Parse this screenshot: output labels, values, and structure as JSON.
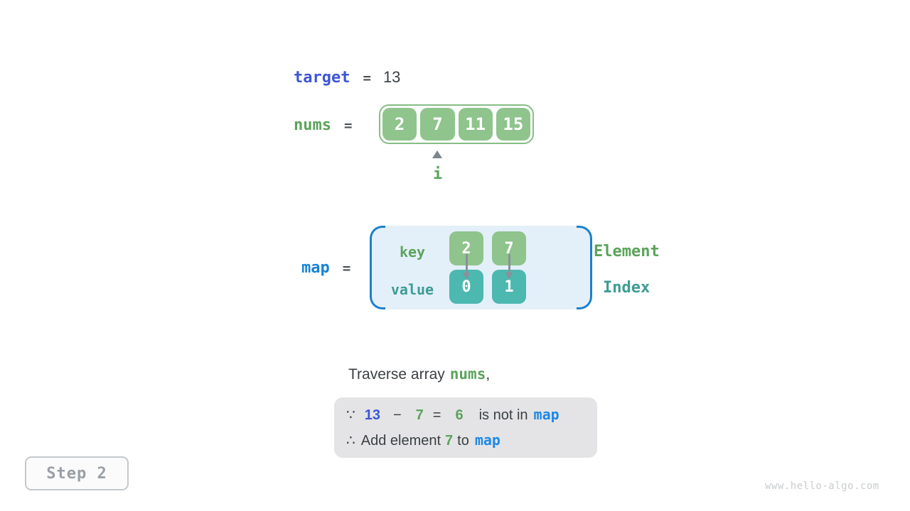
{
  "palette": {
    "royal_blue": "#3D56D6",
    "azure_blue": "#1E88E5",
    "bracket_blue": "#1B80CC",
    "green_text": "#5BA35B",
    "teal_text": "#3D9C94",
    "green_fill": "#8FC48D",
    "teal_fill": "#4CB8B0",
    "map_bg": "#E3F0F9",
    "note_bg": "#E4E4E6",
    "dark_text": "#3C4043",
    "gray_text": "#9AA0A6"
  },
  "target_row": {
    "label": "target",
    "equals": "=",
    "value": "13"
  },
  "nums_row": {
    "label": "nums",
    "equals": "=",
    "cells": [
      "2",
      "7",
      "11",
      "15"
    ],
    "pointer_label": "i"
  },
  "map_row": {
    "label": "map",
    "equals": "=",
    "key_label": "key",
    "value_label": "value",
    "keys": [
      "2",
      "7"
    ],
    "values": [
      "0",
      "1"
    ],
    "element_label": "Element",
    "index_label": "Index"
  },
  "caption": {
    "prefix": "Traverse array",
    "code": "nums",
    "suffix": ","
  },
  "note": {
    "because_symbol": "∵",
    "therefore_symbol": "∴",
    "line1": {
      "minuend": "13",
      "minus": "−",
      "subtrahend": "7",
      "equals": "=",
      "difference": "6",
      "text": "is not in",
      "code": "map"
    },
    "line2": {
      "text_before": "Add element",
      "value": "7",
      "text_mid": "to",
      "code": "map"
    }
  },
  "step_badge": {
    "label": "Step 2"
  },
  "watermark": "www.hello-algo.com"
}
